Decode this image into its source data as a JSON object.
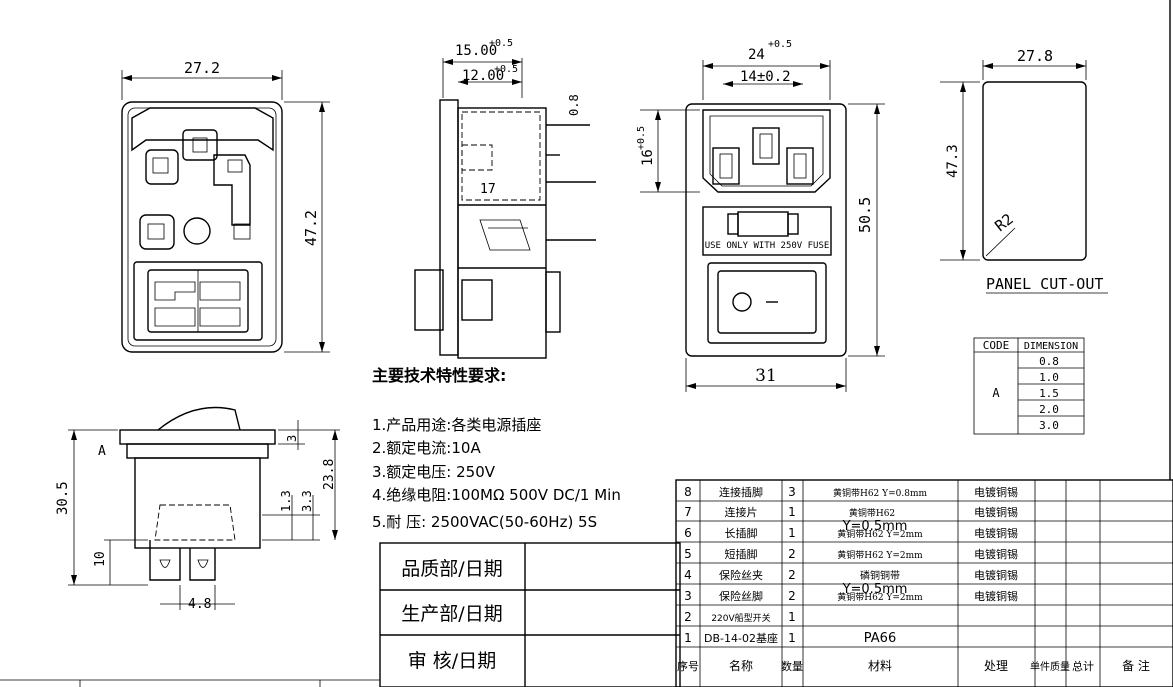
{
  "dimensions": {
    "front_width": "27.2",
    "front_height": "47.2",
    "side_depth_1": "15.00",
    "side_depth_1_tol": "+0.5",
    "side_depth_2": "12.00",
    "side_depth_2_tol": "+0.5",
    "side_pin_thickness": "0.8",
    "side_pin_length": "17",
    "socket_width": "24",
    "socket_width_tol": "+0.5",
    "socket_pin_spacing": "14±0.2",
    "socket_height": "16",
    "socket_height_tol": "+0.5",
    "body_height": "50.5",
    "body_width": "31",
    "cutout_width": "27.8",
    "cutout_height": "47.3",
    "cutout_radius": "R2",
    "switch_height_total": "30.5",
    "switch_a": "A",
    "switch_3": "3",
    "switch_23_8": "23.8",
    "switch_1_3": "1.3",
    "switch_3_3": "3.3",
    "switch_10": "10",
    "switch_4_8": "4.8"
  },
  "labels": {
    "fuse_label": "USE ONLY WITH 250V FUSE",
    "panel_cutout": "PANEL CUT-OUT"
  },
  "code_table": {
    "header_code": "CODE",
    "header_dim": "DIMENSION",
    "code": "A",
    "values": [
      "0.8",
      "1.0",
      "1.5",
      "2.0",
      "3.0"
    ]
  },
  "requirements": {
    "title": "主要技术特性要求:",
    "lines": [
      "1.产品用途:各类电源插座",
      "2.额定电流:10A",
      "3.额定电压: 250V",
      "4.绝缘电阻:100MΩ 500V DC/1 Min",
      "5.耐    压: 2500VAC(50-60Hz) 5S"
    ]
  },
  "signoff": {
    "quality": "品质部/日期",
    "production": "生产部/日期",
    "review": "审    核/日期"
  },
  "bom": {
    "rows": [
      {
        "no": "8",
        "name": "连接插脚",
        "qty": "3",
        "mat": "黄铜带H62 Y=0.8mm",
        "finish": "电镀铜锡"
      },
      {
        "no": "7",
        "name": "连接片",
        "qty": "1",
        "mat": "黄铜带H62",
        "finish": "电镀铜锡"
      },
      {
        "no": "6",
        "name": "长插脚",
        "qty": "1",
        "mat": "黄铜带H62 Y=2mm",
        "finish": "电镀铜锡"
      },
      {
        "no": "5",
        "name": "短插脚",
        "qty": "2",
        "mat": "黄铜带H62 Y=2mm",
        "finish": "电镀铜锡"
      },
      {
        "no": "4",
        "name": "保险丝夹",
        "qty": "2",
        "mat": "磷铜铜带",
        "finish": "电镀铜锡"
      },
      {
        "no": "3",
        "name": "保险丝脚",
        "qty": "2",
        "mat": "黄铜带H62 Y=2mm",
        "finish": "电镀铜锡"
      },
      {
        "no": "2",
        "name": "220V船型开关",
        "qty": "1",
        "mat": "",
        "finish": ""
      },
      {
        "no": "1",
        "name": "DB-14-02基座",
        "qty": "1",
        "mat": "PA66",
        "finish": ""
      }
    ],
    "overlay_1": "Y=0.5mm",
    "overlay_2": "Y=0.5mm",
    "header": {
      "no": "序号",
      "name": "名称",
      "qty": "数量",
      "mat": "材料",
      "finish": "处理",
      "unit_weight": "单件质量",
      "total": "总计",
      "note": "备 注"
    }
  }
}
